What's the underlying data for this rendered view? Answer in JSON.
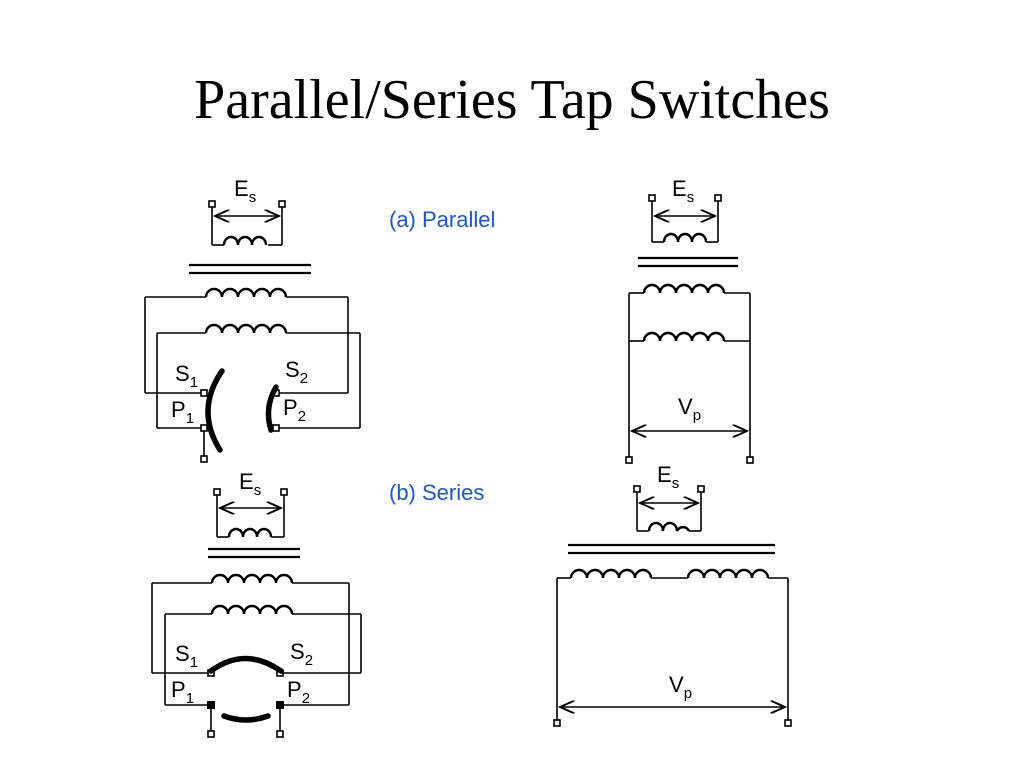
{
  "slide": {
    "title": "Parallel/Series Tap Switches"
  },
  "captions": {
    "parallel": "(a) Parallel",
    "series": "(b) Series"
  },
  "symbols": {
    "es": "E",
    "es_sub": "s",
    "vp": "V",
    "vp_sub": "p",
    "s1": "S",
    "s1_sub": "1",
    "s2": "S",
    "s2_sub": "2",
    "p1": "P",
    "p1_sub": "1",
    "p2": "P",
    "p2_sub": "2"
  }
}
